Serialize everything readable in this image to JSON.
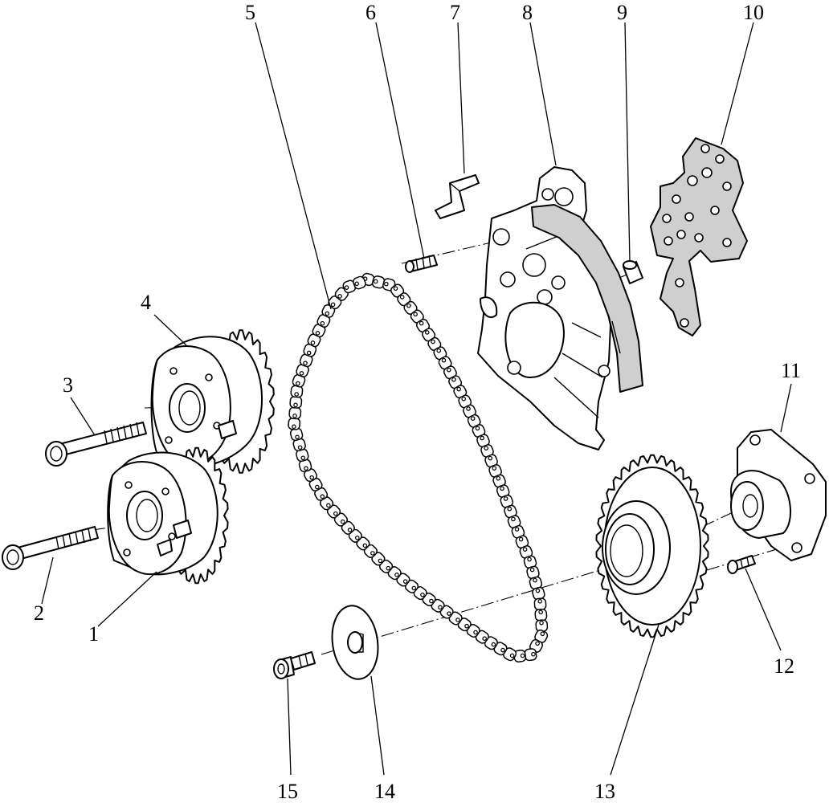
{
  "callouts": [
    {
      "id": "1",
      "text": "1"
    },
    {
      "id": "2",
      "text": "2"
    },
    {
      "id": "3",
      "text": "3"
    },
    {
      "id": "4",
      "text": "4"
    },
    {
      "id": "5",
      "text": "5"
    },
    {
      "id": "6",
      "text": "6"
    },
    {
      "id": "7",
      "text": "7"
    },
    {
      "id": "8",
      "text": "8"
    },
    {
      "id": "9",
      "text": "9"
    },
    {
      "id": "10",
      "text": "10"
    },
    {
      "id": "11",
      "text": "11"
    },
    {
      "id": "12",
      "text": "12"
    },
    {
      "id": "13",
      "text": "13"
    },
    {
      "id": "14",
      "text": "14"
    },
    {
      "id": "15",
      "text": "15"
    }
  ],
  "colors": {
    "line": "#000000",
    "shaded_part": "#cfcfcf",
    "background": "#ffffff"
  }
}
